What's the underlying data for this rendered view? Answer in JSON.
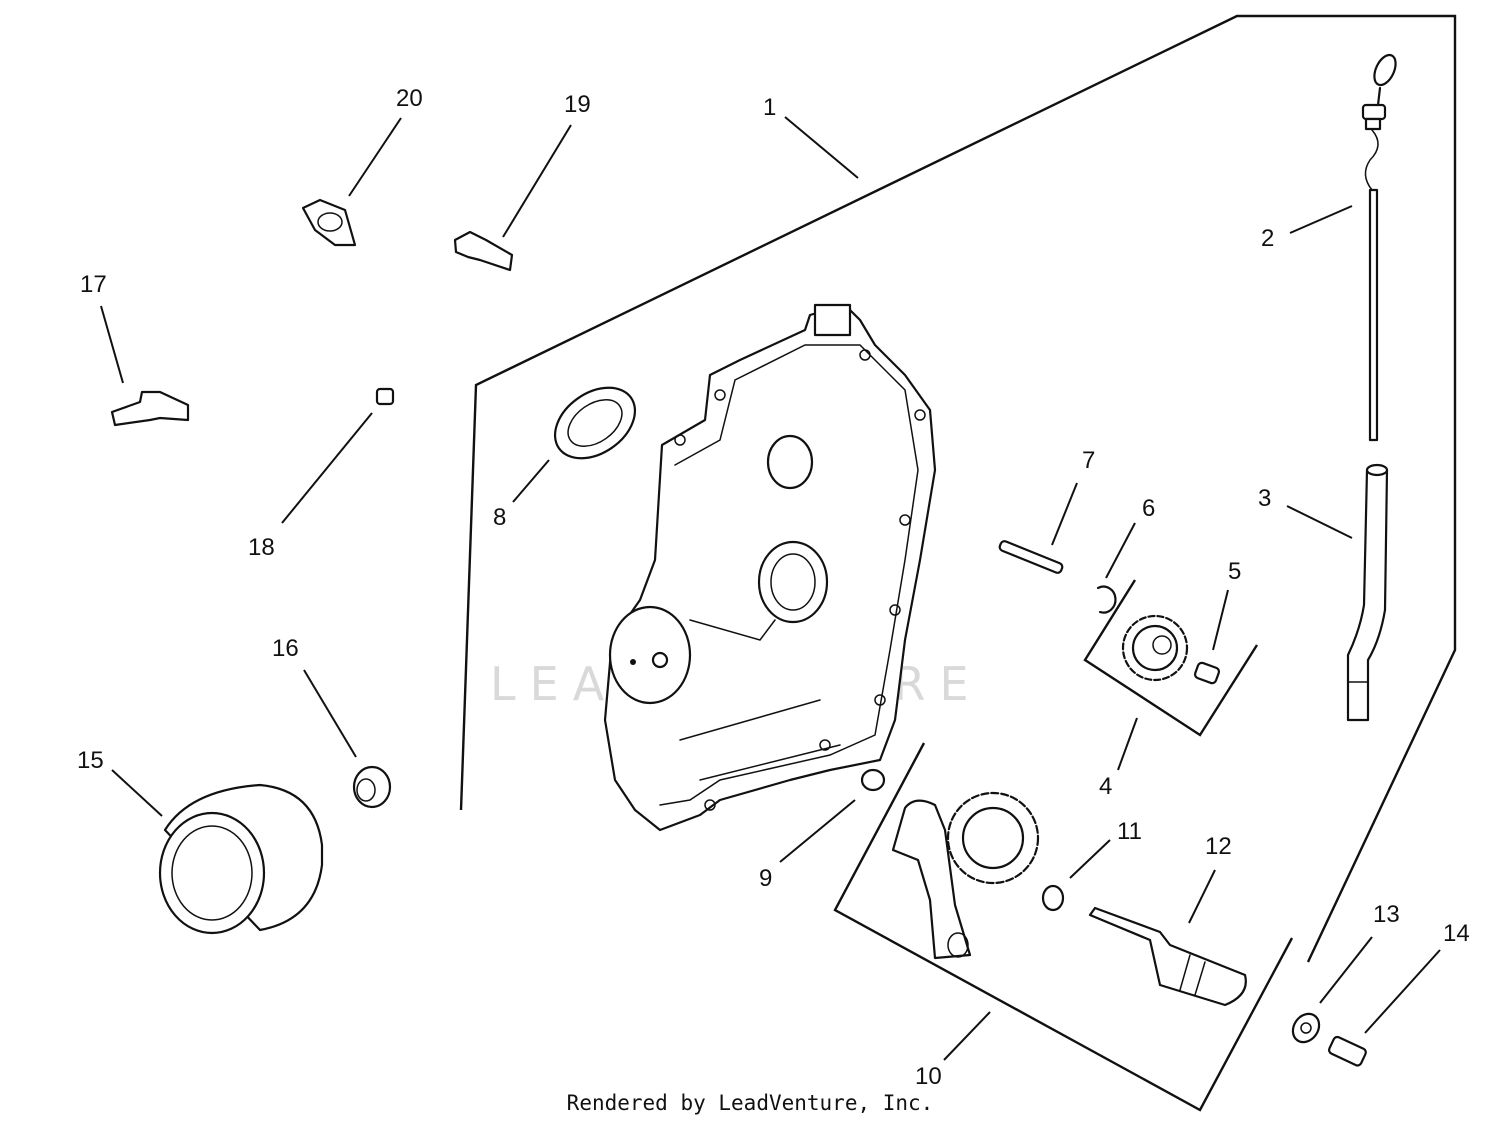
{
  "watermark": "LEADVENTURE",
  "footer": "Rendered by LeadVenture, Inc.",
  "callouts": {
    "p1": "1",
    "p2": "2",
    "p3": "3",
    "p4": "4",
    "p5": "5",
    "p6": "6",
    "p7": "7",
    "p8": "8",
    "p9": "9",
    "p10": "10",
    "p11": "11",
    "p12": "12",
    "p13": "13",
    "p14": "14",
    "p15": "15",
    "p16": "16",
    "p17": "17",
    "p18": "18",
    "p19": "19",
    "p20": "20"
  },
  "colors": {
    "ink": "#111111",
    "watermark": "#d9d9d9",
    "background": "#ffffff"
  }
}
